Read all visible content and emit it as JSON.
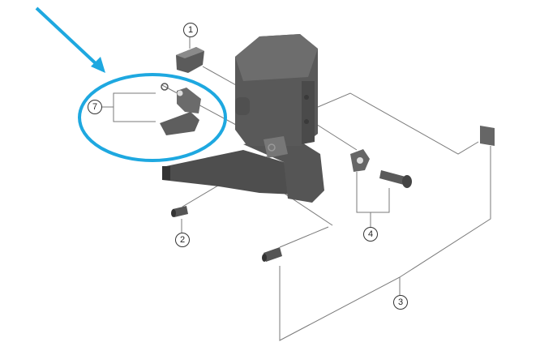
{
  "diagram": {
    "callouts": [
      "1",
      "2",
      "3",
      "4",
      "7"
    ],
    "colors": {
      "highlight": "#1ea8e0",
      "part": "#5b5b5b",
      "part_dark": "#3f3f3f",
      "leader": "#777777"
    }
  }
}
